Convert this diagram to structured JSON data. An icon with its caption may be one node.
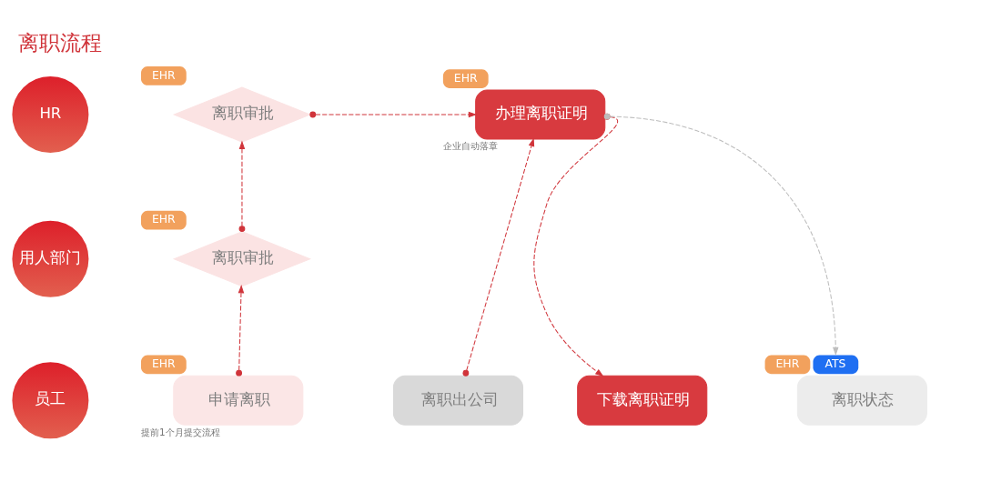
{
  "diagram": {
    "title": "离职流程",
    "nodes": [
      {
        "text": [
          "HR"
        ]
      },
      {
        "text": [
          "离职审批"
        ],
        "beside": [
          "EHR"
        ]
      },
      {
        "text": [
          "办理离职证明"
        ],
        "beside": [
          "EHR",
          "企业自动落章"
        ]
      },
      {
        "text": [
          "用人部门"
        ]
      },
      {
        "text": [
          "离职审批"
        ],
        "beside": [
          "EHR"
        ]
      },
      {
        "text": [
          "员工"
        ]
      },
      {
        "text": [
          "申请离职"
        ],
        "beside": [
          "EHR",
          "提前1个月提交流程"
        ]
      },
      {
        "text": [
          "离职出公司"
        ]
      },
      {
        "text": [
          "下载离职证明"
        ]
      },
      {
        "text": [
          "离职状态"
        ],
        "beside": [
          "EHR",
          "ATS"
        ]
      }
    ],
    "edges": [
      {
        "from": 6,
        "to": 4,
        "arrow": "to",
        "style": "dashed"
      },
      {
        "from": 4,
        "to": 1,
        "arrow": "to",
        "style": "dashed"
      },
      {
        "from": 1,
        "to": 2,
        "arrow": "to",
        "style": "dashed"
      },
      {
        "from": 7,
        "to": 2,
        "arrow": "to",
        "style": "dashed"
      },
      {
        "from": 2,
        "to": 8,
        "arrow": "to",
        "style": "dashed"
      },
      {
        "from": 2,
        "to": 9,
        "arrow": "to",
        "style": "dashed",
        "color": "#bdbdbd"
      }
    ]
  }
}
